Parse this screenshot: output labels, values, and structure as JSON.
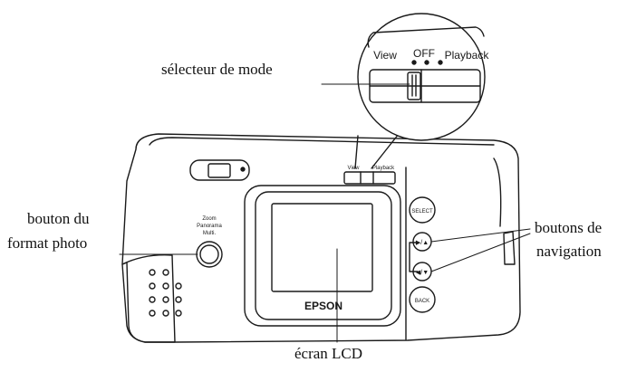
{
  "labels": {
    "mode_selector": "sélecteur de mode",
    "photo_format_button_line1": "bouton du",
    "photo_format_button_line2": "format photo",
    "nav_buttons_line1": "boutons de",
    "nav_buttons_line2": "navigation",
    "lcd_screen": "écran LCD"
  },
  "camera": {
    "switch_view": "View",
    "switch_off": "OFF",
    "switch_playback": "Playback",
    "format_modes": [
      "Zoom",
      "Panorama",
      "Multi."
    ],
    "select_button": "SELECT",
    "back_button": "BACK",
    "brand": "EPSON",
    "nav_up_symbol": "▶/▲",
    "nav_down_symbol": "◀/▼"
  },
  "colors": {
    "ink": "#1a1a1a",
    "body_fill": "#ffffff",
    "lcd_fill": "#ffffff"
  }
}
